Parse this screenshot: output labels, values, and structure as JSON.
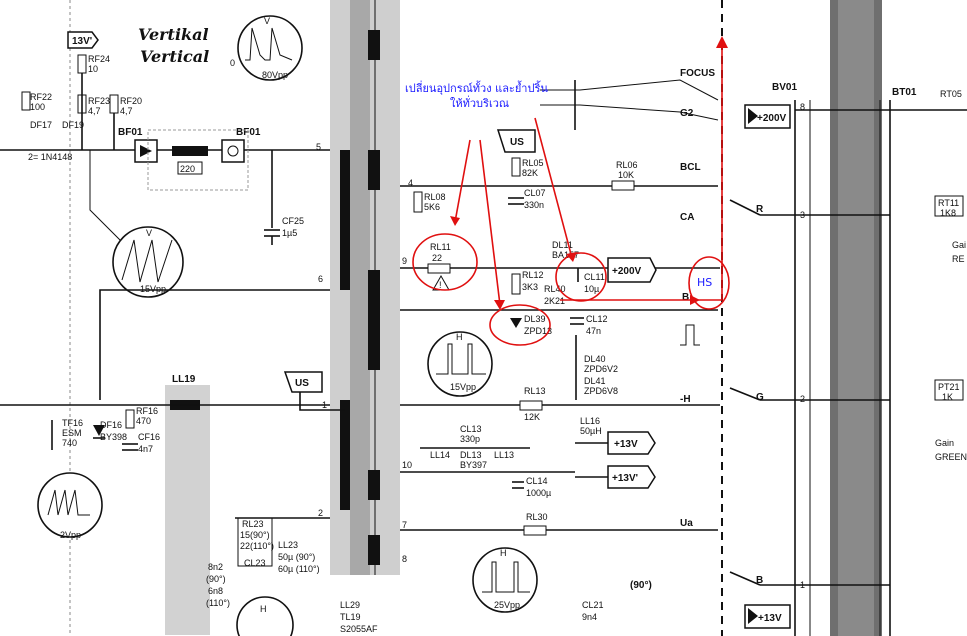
{
  "title_de": "Vertikal",
  "title_en": "Vertical",
  "thai_note_line1": "เปลี่ยนอุปกรณ์ทั้วง และย้ำปริ้น",
  "thai_note_line2": "ให้ทั่วบริเวณ",
  "hs_label": "HS",
  "connectors": {
    "us1": "US",
    "us2": "US",
    "v13_top": "13V'",
    "v200_pin": "+200V",
    "v200_right": "+200V",
    "v13_a": "+13V",
    "v13_b": "+13V'",
    "v13_bottom": "+13V"
  },
  "outputs": {
    "focus": "FOCUS",
    "g2": "G2",
    "bcl": "BCL",
    "ca": "CA",
    "r": "R",
    "b": "B",
    "h": "-H",
    "g": "G",
    "ua": "Ua",
    "b2": "B"
  },
  "boards": {
    "bv01": "BV01",
    "bt01": "BT01",
    "bf01a": "BF01",
    "bf01b": "BF01",
    "pin8": "8",
    "pin3": "3",
    "pin2": "2",
    "pin1": "1"
  },
  "components": {
    "rf24": "RF24",
    "rf24v": "10",
    "rf22": "RF22",
    "rf22v": "100",
    "rf23": "RF23",
    "rf23v": "4,7",
    "rf20": "RF20",
    "rf20v": "4,7",
    "df17": "DF17",
    "df19": "DF19",
    "diode_note": "2= 1N4148",
    "r220": "220",
    "cf25": "CF25",
    "cf25v": "1µ5",
    "rl08": "RL08",
    "rl08v": "5K6",
    "rl05": "RL05",
    "rl05v": "82K",
    "cl07": "CL07",
    "cl07v": "330n",
    "rl06": "RL06",
    "rl06v": "10K",
    "rl11": "RL11",
    "rl11v": "22",
    "rl12": "RL12",
    "rl12v": "3K3",
    "dl11": "DL11",
    "dl11v": "BA157",
    "cl11": "CL11",
    "cl11v": "10µ",
    "rl40": "RL40",
    "rl40v": "2K21",
    "dl39": "DL39",
    "dl39v": "ZPD13",
    "cl12": "CL12",
    "cl12v": "47n",
    "dl40": "DL40",
    "dl40v": "ZPD6V2",
    "dl41": "DL41",
    "dl41v": "ZPD6V8",
    "rl13": "RL13",
    "rl13v": "12K",
    "cl13": "CL13",
    "cl13v": "330p",
    "ll14": "LL14",
    "dl13": "DL13",
    "dl13v": "BY397",
    "ll13": "LL13",
    "ll16": "LL16",
    "ll16v": "50µH",
    "cl14": "CL14",
    "cl14v": "1000µ",
    "rl30": "RL30",
    "ll19": "LL19",
    "tf16": "TF16",
    "tf16v": "ESM",
    "tf16v2": "740",
    "df16": "DF16",
    "df16v": "BY398",
    "rf16": "RF16",
    "rf16v": "470",
    "cf16": "CF16",
    "cf16v": "4n7",
    "rl23": "RL23",
    "rl23v1": "15(90°)",
    "rl23v2": "22(110°)",
    "cl23": "CL23",
    "ll23": "LL23",
    "ll23v1": "50µ (90°)",
    "ll23v2": "60µ (110°)",
    "cap8n2": "8n2",
    "cap8n2a": "(90°)",
    "cap6n8": "6n8",
    "cap6n8a": "(110°)",
    "ll29": "LL29",
    "tl19": "TL19",
    "tl19v": "S2055AF",
    "cl21": "CL21",
    "cl21v": "9n4",
    "deg90": "(90°)",
    "rt05": "RT05",
    "rt11": "RT11",
    "rt11v": "1K8",
    "pt21": "PT21",
    "pt21v": "1K",
    "gain_red": "Gai",
    "red": "RE",
    "gain_green": "Gain",
    "green": "GREEN"
  },
  "waveforms": {
    "w1": "80Vpp",
    "w1v": "V",
    "w2": "15Vpp",
    "w2v": "V",
    "w3": "15Vpp",
    "w3v": "H",
    "w4": "2Vpp",
    "w5": "25Vpp",
    "w5v": "H"
  },
  "pins": {
    "p5": "5",
    "p4": "4",
    "p9": "9",
    "p6": "6",
    "p1": "1",
    "p10": "10",
    "p2": "2",
    "p7": "7",
    "p8": "8",
    "p0": "0"
  }
}
